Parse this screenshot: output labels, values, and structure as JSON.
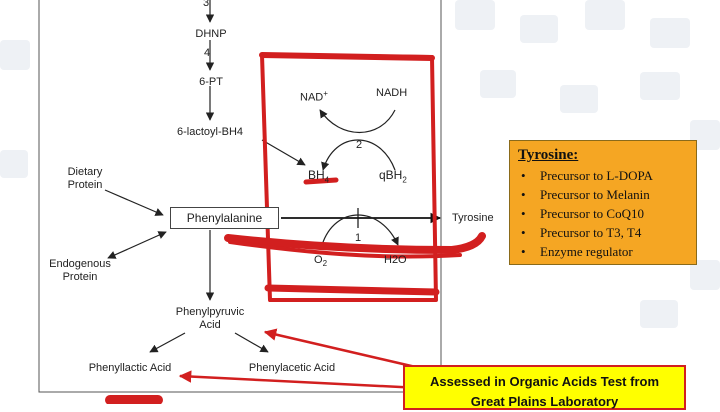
{
  "diagram": {
    "step_3": "3",
    "dhnp": "DHNP",
    "step_4": "4",
    "six_pt": "6-PT",
    "lactoyl_bh4": "6-lactoyl-BH4",
    "nad_plus": "NAD",
    "nad_plus_sup": "+",
    "nadh": "NADH",
    "step_2": "2",
    "bh4": "BH",
    "bh4_sub": "4",
    "qbh2": "qBH",
    "qbh2_sub": "2",
    "dietary_protein": "Dietary Protein",
    "phenylalanine": "Phenylalanine",
    "tyrosine": "Tyrosine",
    "step_1": "1",
    "endogenous_protein": "Endogenous Protein",
    "o2": "O",
    "o2_sub": "2",
    "h2o": "H2O",
    "phenylpyruvic_acid": "Phenylpyruvic Acid",
    "phenyllactic_acid": "Phenyllactic Acid",
    "phenylacetic_acid": "Phenylacetic Acid"
  },
  "tyrosine_panel": {
    "title": "Tyrosine:",
    "items": [
      "Precursor to L-DOPA",
      "Precursor to Melanin",
      "Precursor to CoQ10",
      "Precursor to T3, T4",
      "Enzyme regulator"
    ]
  },
  "callout": {
    "line1": "Assessed in Organic Acids Test from",
    "line2": "Great Plains Laboratory"
  },
  "colors": {
    "panel_bg": "#f5a623",
    "callout_bg": "#ffff00",
    "annotation_red": "#d21f1f"
  }
}
